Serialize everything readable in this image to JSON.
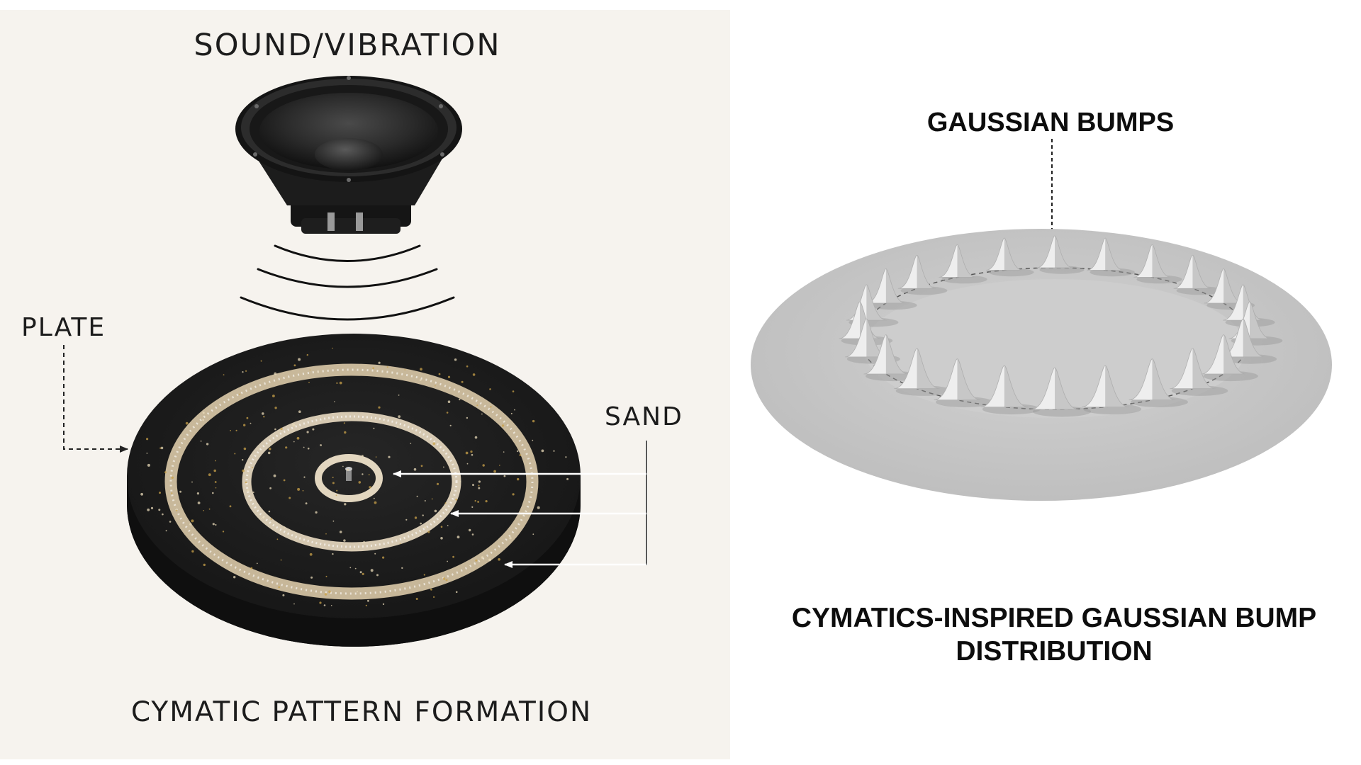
{
  "left_panel": {
    "title": "SOUND/VIBRATION",
    "plate_label": "PLATE",
    "sand_label": "SAND",
    "caption": "CYMATIC PATTERN FORMATION"
  },
  "right_panel": {
    "bumps_label": "GAUSSIAN BUMPS",
    "caption_line1": "CYMATICS-INSPIRED GAUSSIAN BUMP",
    "caption_line2": "DISTRIBUTION"
  },
  "colors": {
    "left_background": "#f6f3ee",
    "plate": "#1b1b1b",
    "sand": "#e6d3b0",
    "disc": "#c9c9c9",
    "text": "#1c1c1c"
  },
  "icons": {
    "speaker": "speaker-icon",
    "vibration_waves": "sound-wave-icon"
  }
}
